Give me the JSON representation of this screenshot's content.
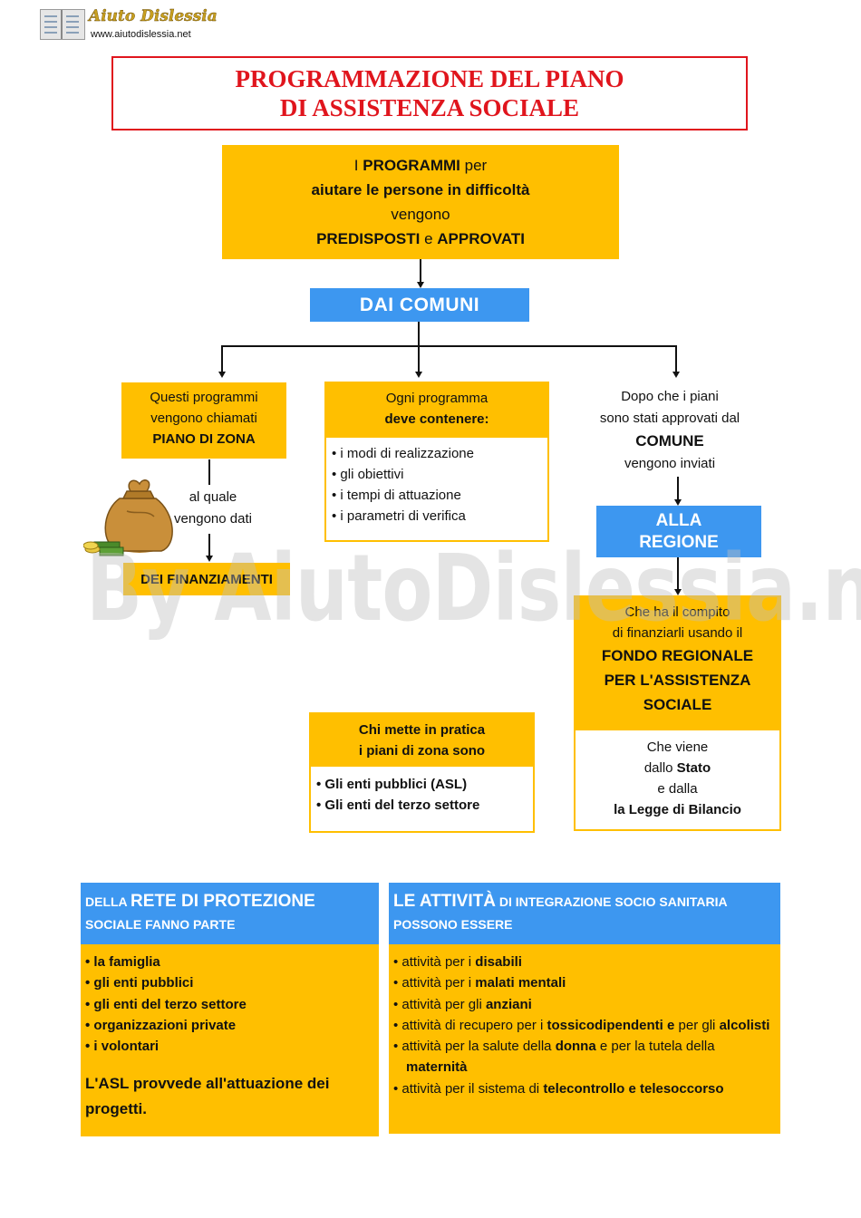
{
  "logo": {
    "title": "Aiuto Dislessia",
    "url": "www.aiutodislessia.net"
  },
  "title": {
    "line1": "PROGRAMMAZIONE DEL PIANO",
    "line2": "DI ASSISTENZA SOCIALE"
  },
  "main_box": {
    "l1a": "I ",
    "l1b": "PROGRAMMI",
    "l1c": " per",
    "l2": "aiutare le persone in difficoltà",
    "l3": "vengono",
    "l4a": "PREDISPOSTI",
    "l4b": " e ",
    "l4c": "APPROVATI"
  },
  "dai_comuni": "DAI COMUNI",
  "piano_zona": {
    "l1": "Questi programmi",
    "l2": "vengono chiamati",
    "l3": "PIANO DI ZONA"
  },
  "contenere": {
    "l1": "Ogni programma",
    "l2": "deve contenere:",
    "items": [
      "• i modi di realizzazione",
      "• gli obiettivi",
      "• i tempi di attuazione",
      "• i parametri di verifica"
    ]
  },
  "dopo_piani": {
    "l1": "Dopo che i piani",
    "l2": "sono stati approvati dal",
    "l3": "COMUNE",
    "l4": "vengono inviati"
  },
  "al_quale": {
    "l1": "al quale",
    "l2": "vengono dati"
  },
  "finanziamenti": "DEI FINANZIAMENTI",
  "alla_regione": {
    "l1": "ALLA",
    "l2": "REGIONE"
  },
  "fondo": {
    "l1": "Che ha il compito",
    "l2": "di finanziarli usando il",
    "l3": "FONDO REGIONALE",
    "l4": "PER L'ASSISTENZA",
    "l5": "SOCIALE",
    "b1": "Che viene",
    "b2a": "dallo ",
    "b2b": "Stato",
    "b3": "e dalla",
    "b4": "la Legge di Bilancio"
  },
  "mette": {
    "l1": "Chi mette in pratica",
    "l2": "i piani di zona sono",
    "items": [
      "• Gli enti pubblici (ASL)",
      "• Gli enti del terzo settore"
    ]
  },
  "rete": {
    "h1a": "DELLA ",
    "h1b": "RETE DI PROTEZIONE",
    "h2": "SOCIALE FANNO PARTE",
    "items": [
      "• la famiglia",
      "• gli enti pubblici",
      "• gli enti del terzo settore",
      "• organizzazioni private",
      "•  i volontari"
    ],
    "asl": "L'ASL provvede all'attuazione dei progetti."
  },
  "attivita": {
    "h1a": "LE ATTIVITÀ",
    "h1b": " DI INTEGRAZIONE SOCIO SANITARIA",
    "h2": "POSSONO ESSERE",
    "i1a": "• attività per i ",
    "i1b": "disabili",
    "i2a": "• attività  per i ",
    "i2b": "malati mentali",
    "i3a": "• attività per gli ",
    "i3b": "anziani",
    "i4a": "• attività di recupero per i ",
    "i4b": "tossicodipendenti e",
    "i4c": "  per gli ",
    "i4d": "alcolisti",
    "i5a": "• attività per la salute della ",
    "i5b": "donna",
    "i5c": " e per la tutela della ",
    "i5d": "maternità",
    "i6a": "• attività per il sistema di ",
    "i6b": "telecontrollo e telesoccorso"
  },
  "watermark": "By AiutoDislessia.net",
  "colors": {
    "orange": "#ffbf00",
    "blue": "#3d97f0",
    "title_red": "#e0151d"
  },
  "icons": [
    "money-bag-icon",
    "book-logo-icon"
  ]
}
